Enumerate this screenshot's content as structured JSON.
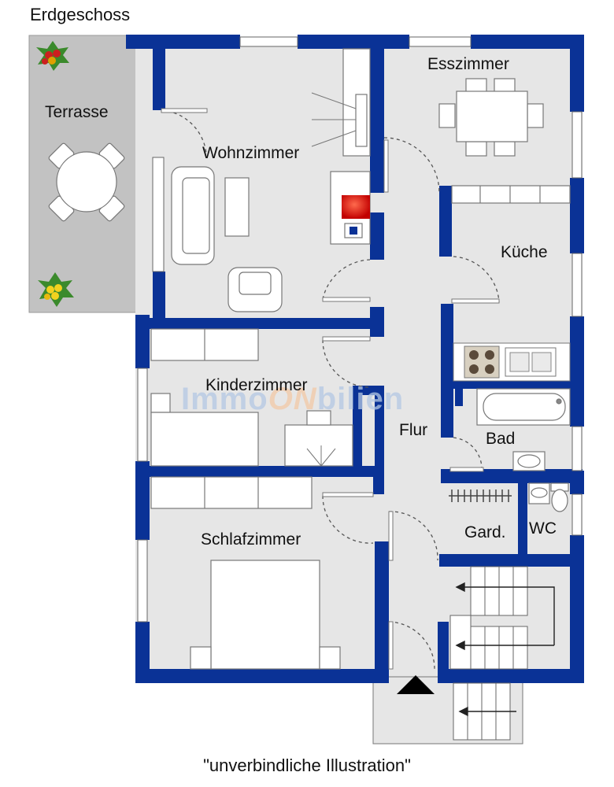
{
  "title": "Erdgeschoss",
  "caption": "\"unverbindliche Illustration\"",
  "watermark": {
    "part1": "Immo",
    "part2": "ON",
    "part3": "bilien"
  },
  "rooms": {
    "terrasse": "Terrasse",
    "wohnzimmer": "Wohnzimmer",
    "esszimmer": "Esszimmer",
    "kueche": "Küche",
    "kinderzimmer": "Kinderzimmer",
    "flur": "Flur",
    "bad": "Bad",
    "schlafzimmer": "Schlafzimmer",
    "gard": "Gard.",
    "wc": "WC"
  },
  "colors": {
    "wall": "#0a3296",
    "floor": "#e6e6e6",
    "terrace": "#c2c2c2",
    "furniture": "#ffffff",
    "fireplace": "#cc0000",
    "watermark_blue": "#b4c8e4",
    "watermark_orange": "#f2c9a6"
  }
}
